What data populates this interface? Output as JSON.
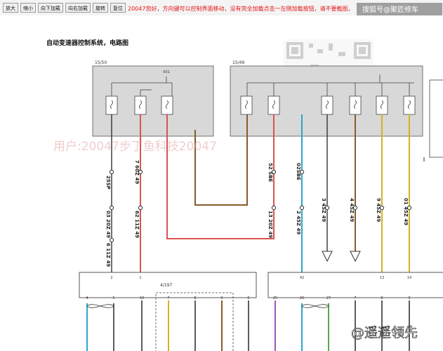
{
  "toolbar": {
    "buttons": [
      "放大",
      "缩小",
      "向下加载",
      "向右加载",
      "旋转",
      "复位"
    ],
    "notice": "20047您好，方向键可以控制界面移动，没有完全加载点击一左侧加载按钮，请不要截图，"
  },
  "overlay": {
    "source_watermark": "搜狐号@聚匠修车",
    "author_watermark": "@遥遥领先",
    "user_watermark": "用户:20047步丁鱼科技20047"
  },
  "diagram": {
    "title": "自动变速器控制系统，电路图",
    "box_left_label": "15/50",
    "box_right_label": "15/49",
    "connector_label": "4/197",
    "left_box_top_mark": "X01",
    "wire_labels_left": [
      "25SP",
      "03 20Z 49",
      "6 11Z 49",
      "7 60Z 49",
      "62 11Z 49"
    ],
    "wire_labels_right": [
      "52 SBE",
      "13 20Z 49",
      "02SBE",
      "2 45Z 49",
      "3 45Z 49",
      "4 45Z 49",
      "9 45Z 49",
      "01 45Z 49"
    ],
    "connector_pins_top": [
      "2",
      "1",
      "42",
      "13",
      "14"
    ],
    "connector_pins_bottom": [
      "4",
      "5",
      "10",
      "7",
      "8",
      "9",
      "6",
      "25",
      "26",
      "27",
      "7",
      "8",
      "9"
    ]
  },
  "colors": {
    "notice_text": "#e51414",
    "wire_red": "#d9534f",
    "wire_brown": "#8a5a2b",
    "wire_cyan": "#2aa8c7",
    "wire_yellow": "#d4b21e",
    "box_fill": "#d8d8d8"
  }
}
